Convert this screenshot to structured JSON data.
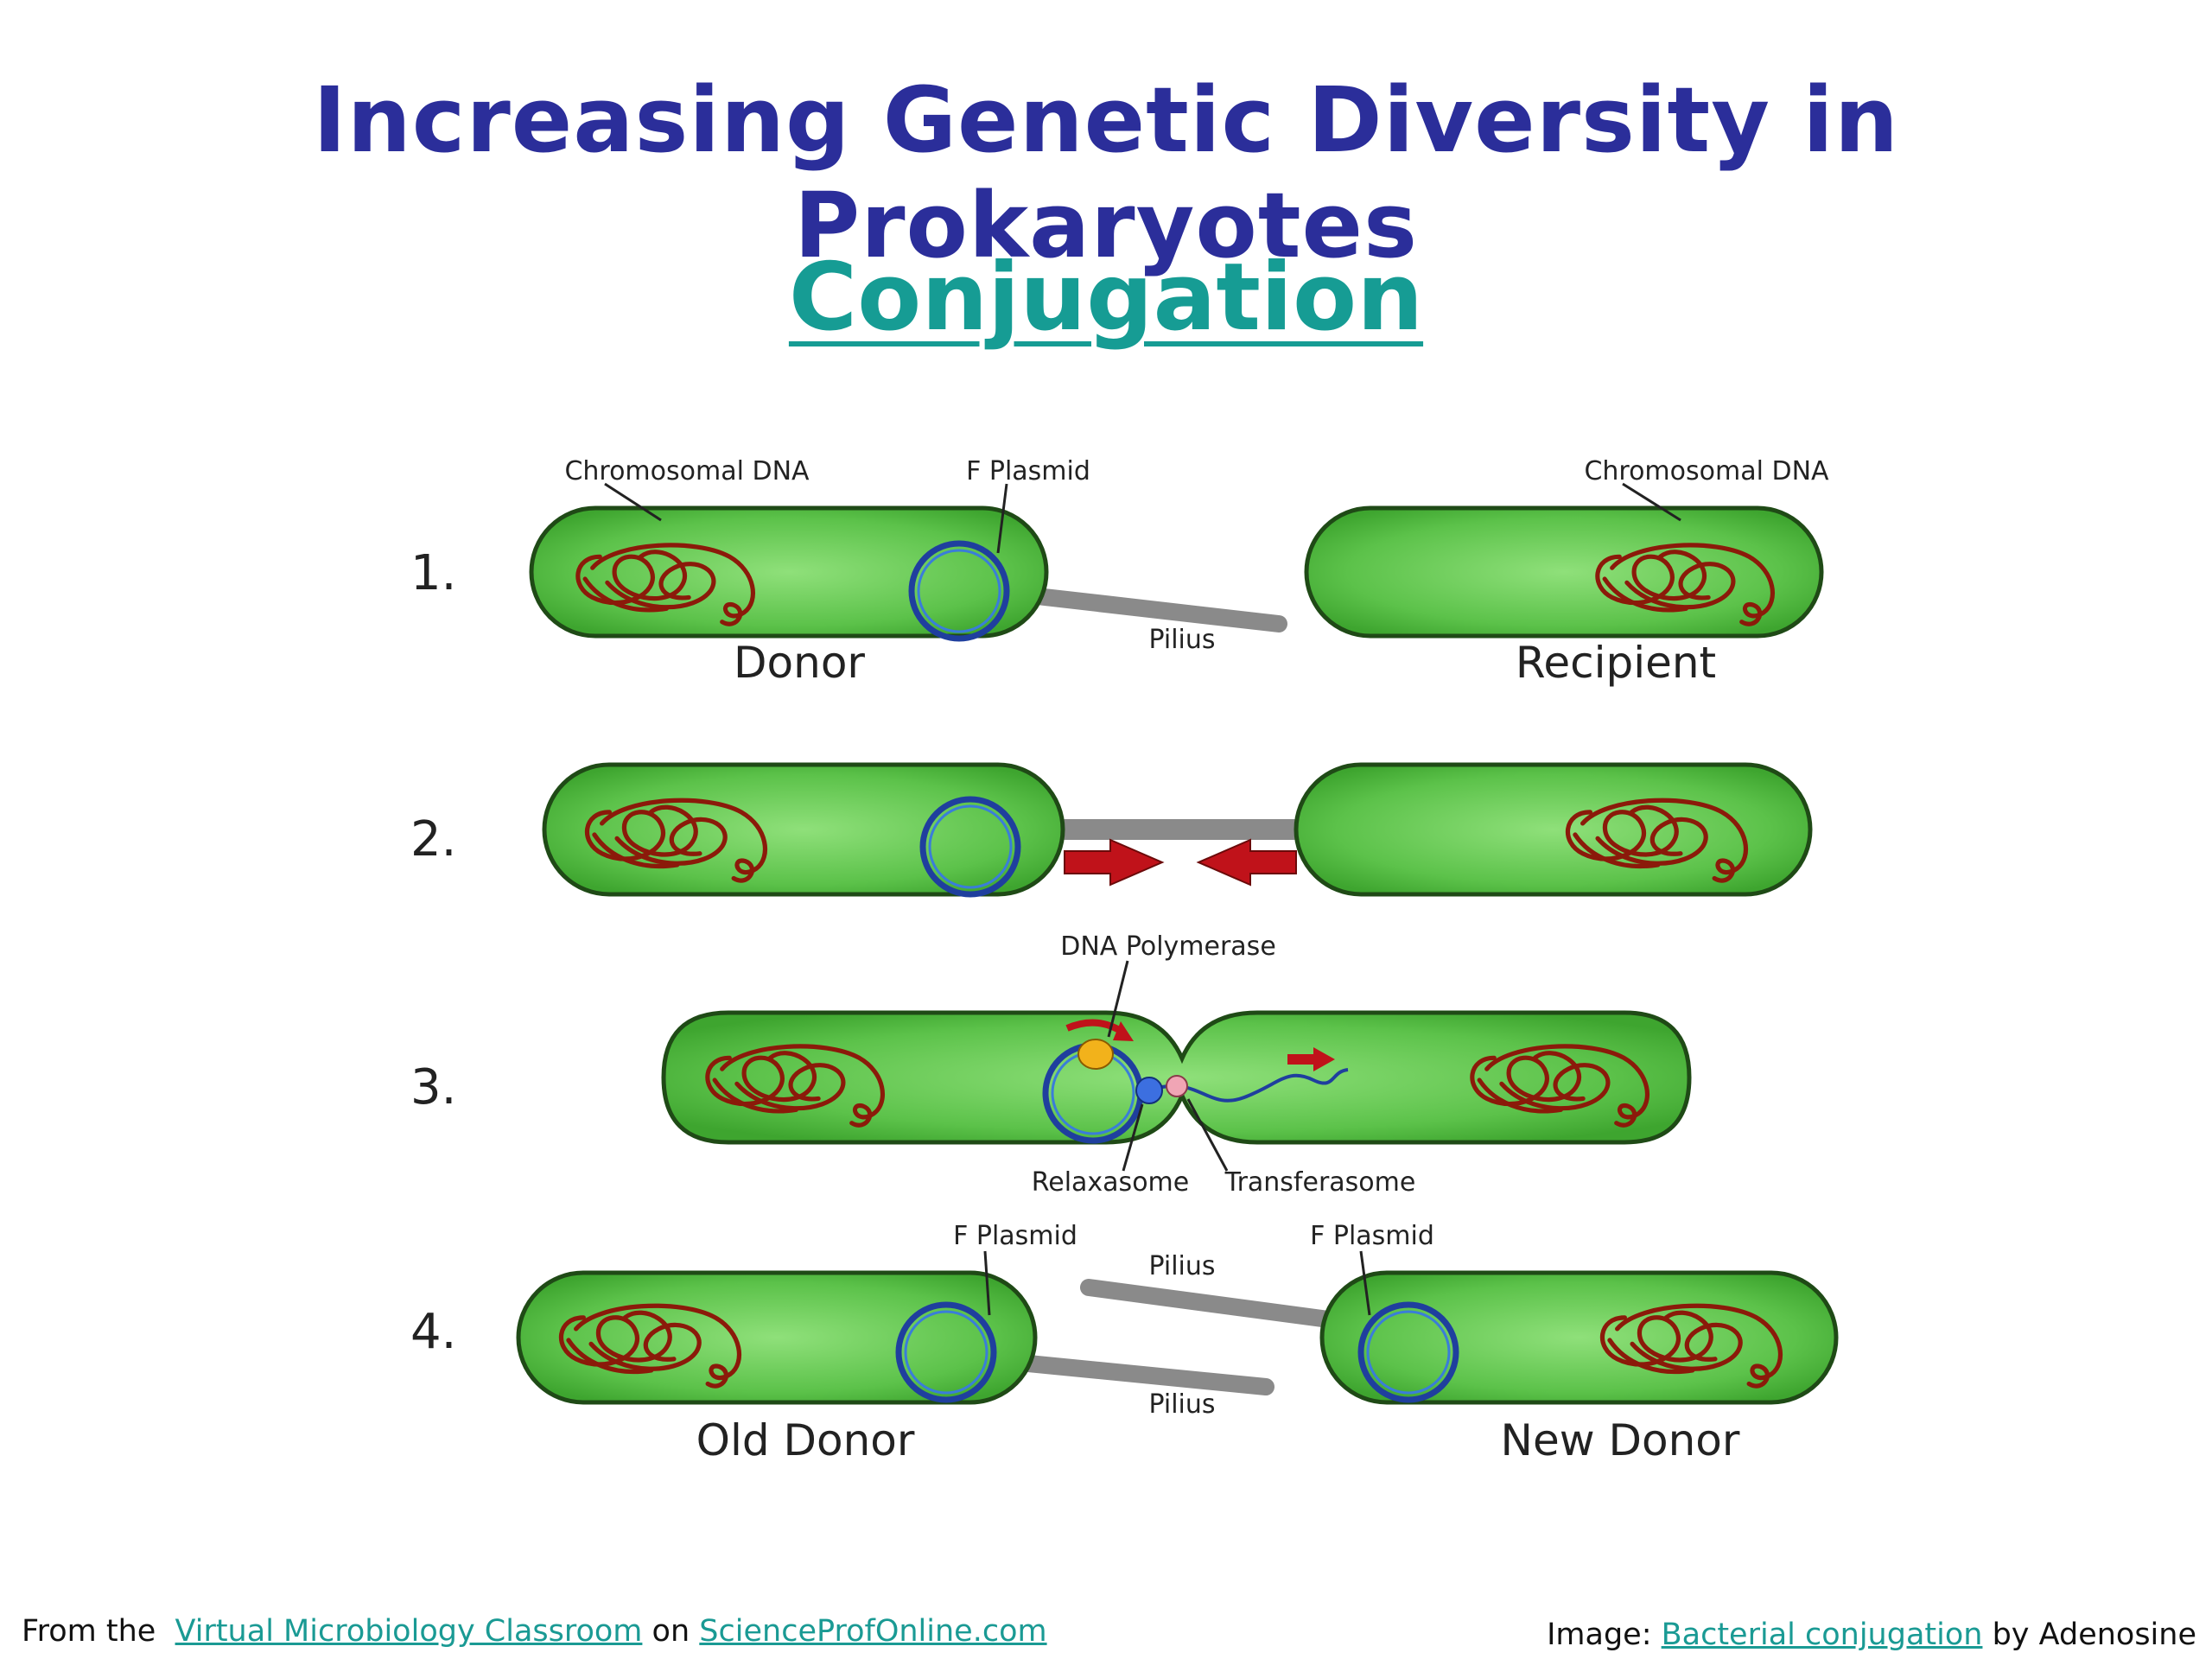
{
  "title": "Increasing Genetic Diversity in Prokaryotes",
  "subtitle": "Conjugation",
  "diagram": {
    "steps": [
      {
        "number": "1.",
        "labels": {
          "chromosomal_dna_left": "Chromosomal DNA",
          "f_plasmid": "F Plasmid",
          "chromosomal_dna_right": "Chromosomal DNA",
          "pilius": "Pilius",
          "donor": "Donor",
          "recipient": "Recipient"
        }
      },
      {
        "number": "2."
      },
      {
        "number": "3.",
        "labels": {
          "dna_polymerase": "DNA Polymerase",
          "relaxasome": "Relaxasome",
          "transferasome": "Transferasome"
        }
      },
      {
        "number": "4.",
        "labels": {
          "f_plasmid_left": "F Plasmid",
          "f_plasmid_right": "F Plasmid",
          "pilius_top": "Pilius",
          "pilius_bottom": "Pilius",
          "old_donor": "Old Donor",
          "new_donor": "New Donor"
        }
      }
    ],
    "colors": {
      "cell_fill": "#5cc24a",
      "cell_stroke": "#1f4a16",
      "chromosome": "#8b1a0a",
      "plasmid": "#1f3f9e",
      "pilus": "#8a8a8a",
      "arrow": "#c0121a"
    }
  },
  "footer": {
    "left_prefix": "From the",
    "left_link1": "Virtual Microbiology Classroom",
    "left_mid": "on",
    "left_link2": "ScienceProfOnline.com",
    "right_prefix": "Image:",
    "right_link": "Bacterial conjugation",
    "right_suffix": "by Adenosine"
  }
}
